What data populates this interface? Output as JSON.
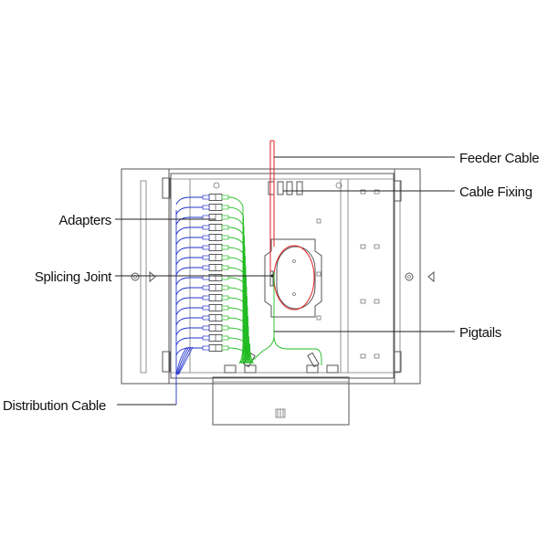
{
  "labels": {
    "feeder_cable": "Feeder Cable",
    "cable_fixing": "Cable Fixing",
    "adapters": "Adapters",
    "splicing_joint": "Splicing Joint",
    "pigtails": "Pigtails",
    "distribution_cable": "Distribution Cable"
  },
  "colors": {
    "outline": "#555555",
    "feeder_cable": "#e02020",
    "pigtails": "#22bb22",
    "distribution_fibers": "#2233cc"
  },
  "diagram": {
    "adapter_count": 16
  }
}
